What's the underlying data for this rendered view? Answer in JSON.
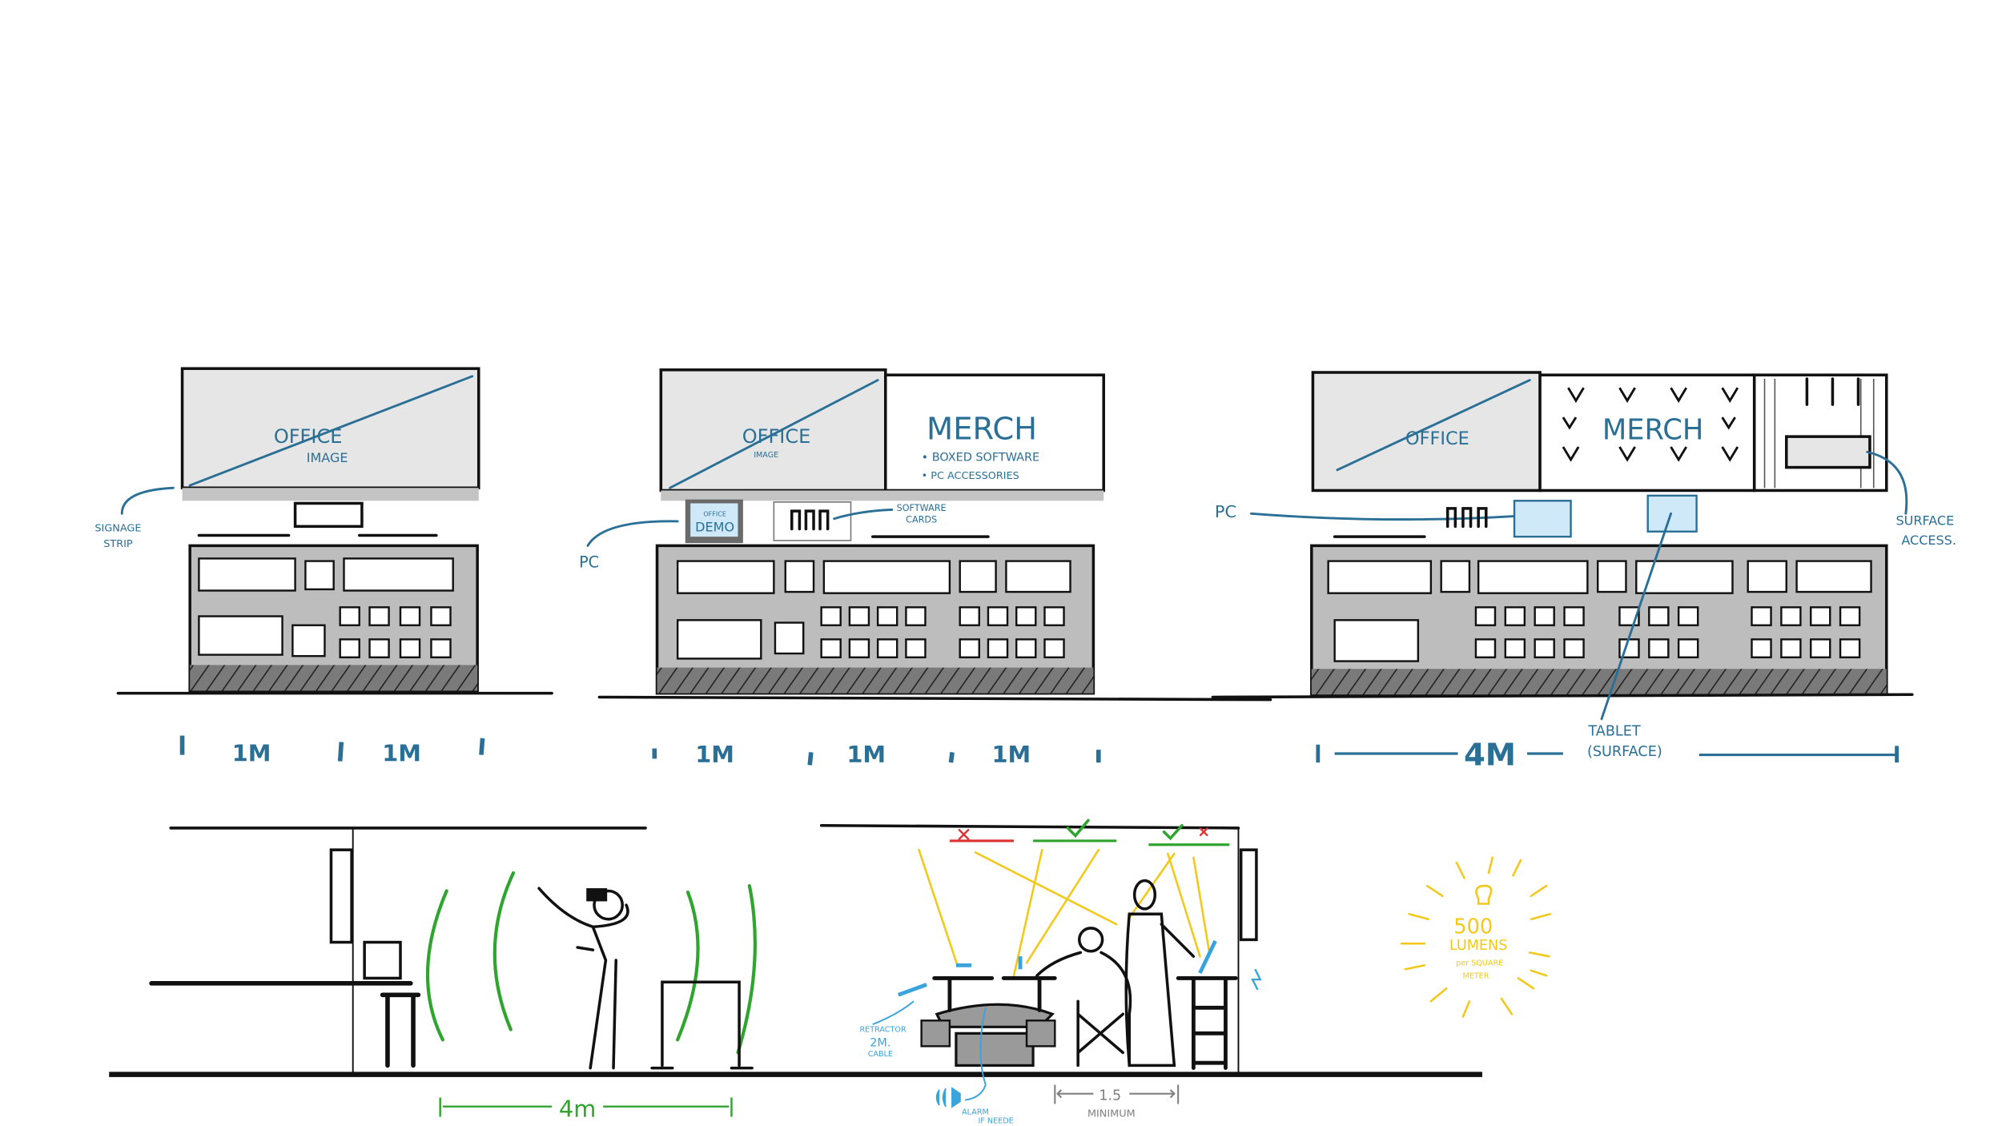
{
  "elevation_1": {
    "sign": [
      "OFFICE",
      "IMAGE"
    ],
    "signage_label": [
      "SIGNAGE",
      "STRIP"
    ],
    "dimensions": [
      "1M",
      "1M"
    ]
  },
  "elevation_2": {
    "office_sign": [
      "OFFICE",
      "IMAGE"
    ],
    "merch_title": "MERCH",
    "merch_items": [
      "• BOXED SOFTWARE",
      "• PC ACCESSORIES"
    ],
    "pc_label": "PC",
    "demo_screen": [
      "OFFICE",
      "DEMO"
    ],
    "software_cards_label": [
      "SOFTWARE",
      "CARDS"
    ],
    "dimensions": [
      "1M",
      "1M",
      "1M"
    ]
  },
  "elevation_3": {
    "office_sign": "OFFICE",
    "merch_sign": "MERCH",
    "pc_label": "PC",
    "surface_label": [
      "SURFACE",
      "ACCESS."
    ],
    "tablet_label": [
      "TABLET",
      "(SURFACE)"
    ],
    "dimension": "4M"
  },
  "section_vr": {
    "dimension": "4m"
  },
  "section_counter": {
    "retractor_label": [
      "RETRACTOR",
      "2M.",
      "CABLE"
    ],
    "alarm_label": [
      "ALARM",
      "IF NEEDE"
    ],
    "clearance_value": "1.5",
    "clearance_label": "MINIMUM"
  },
  "lighting_note": [
    "500",
    "LUMENS",
    "per SQUARE",
    "METER"
  ],
  "colors": {
    "annotation_blue": "#2a6f96",
    "screen_blue": "#cfe9f8",
    "light_yellow": "#f2c81a",
    "vr_green": "#2fa52f",
    "shelf_gray": "#bdbdbd"
  }
}
